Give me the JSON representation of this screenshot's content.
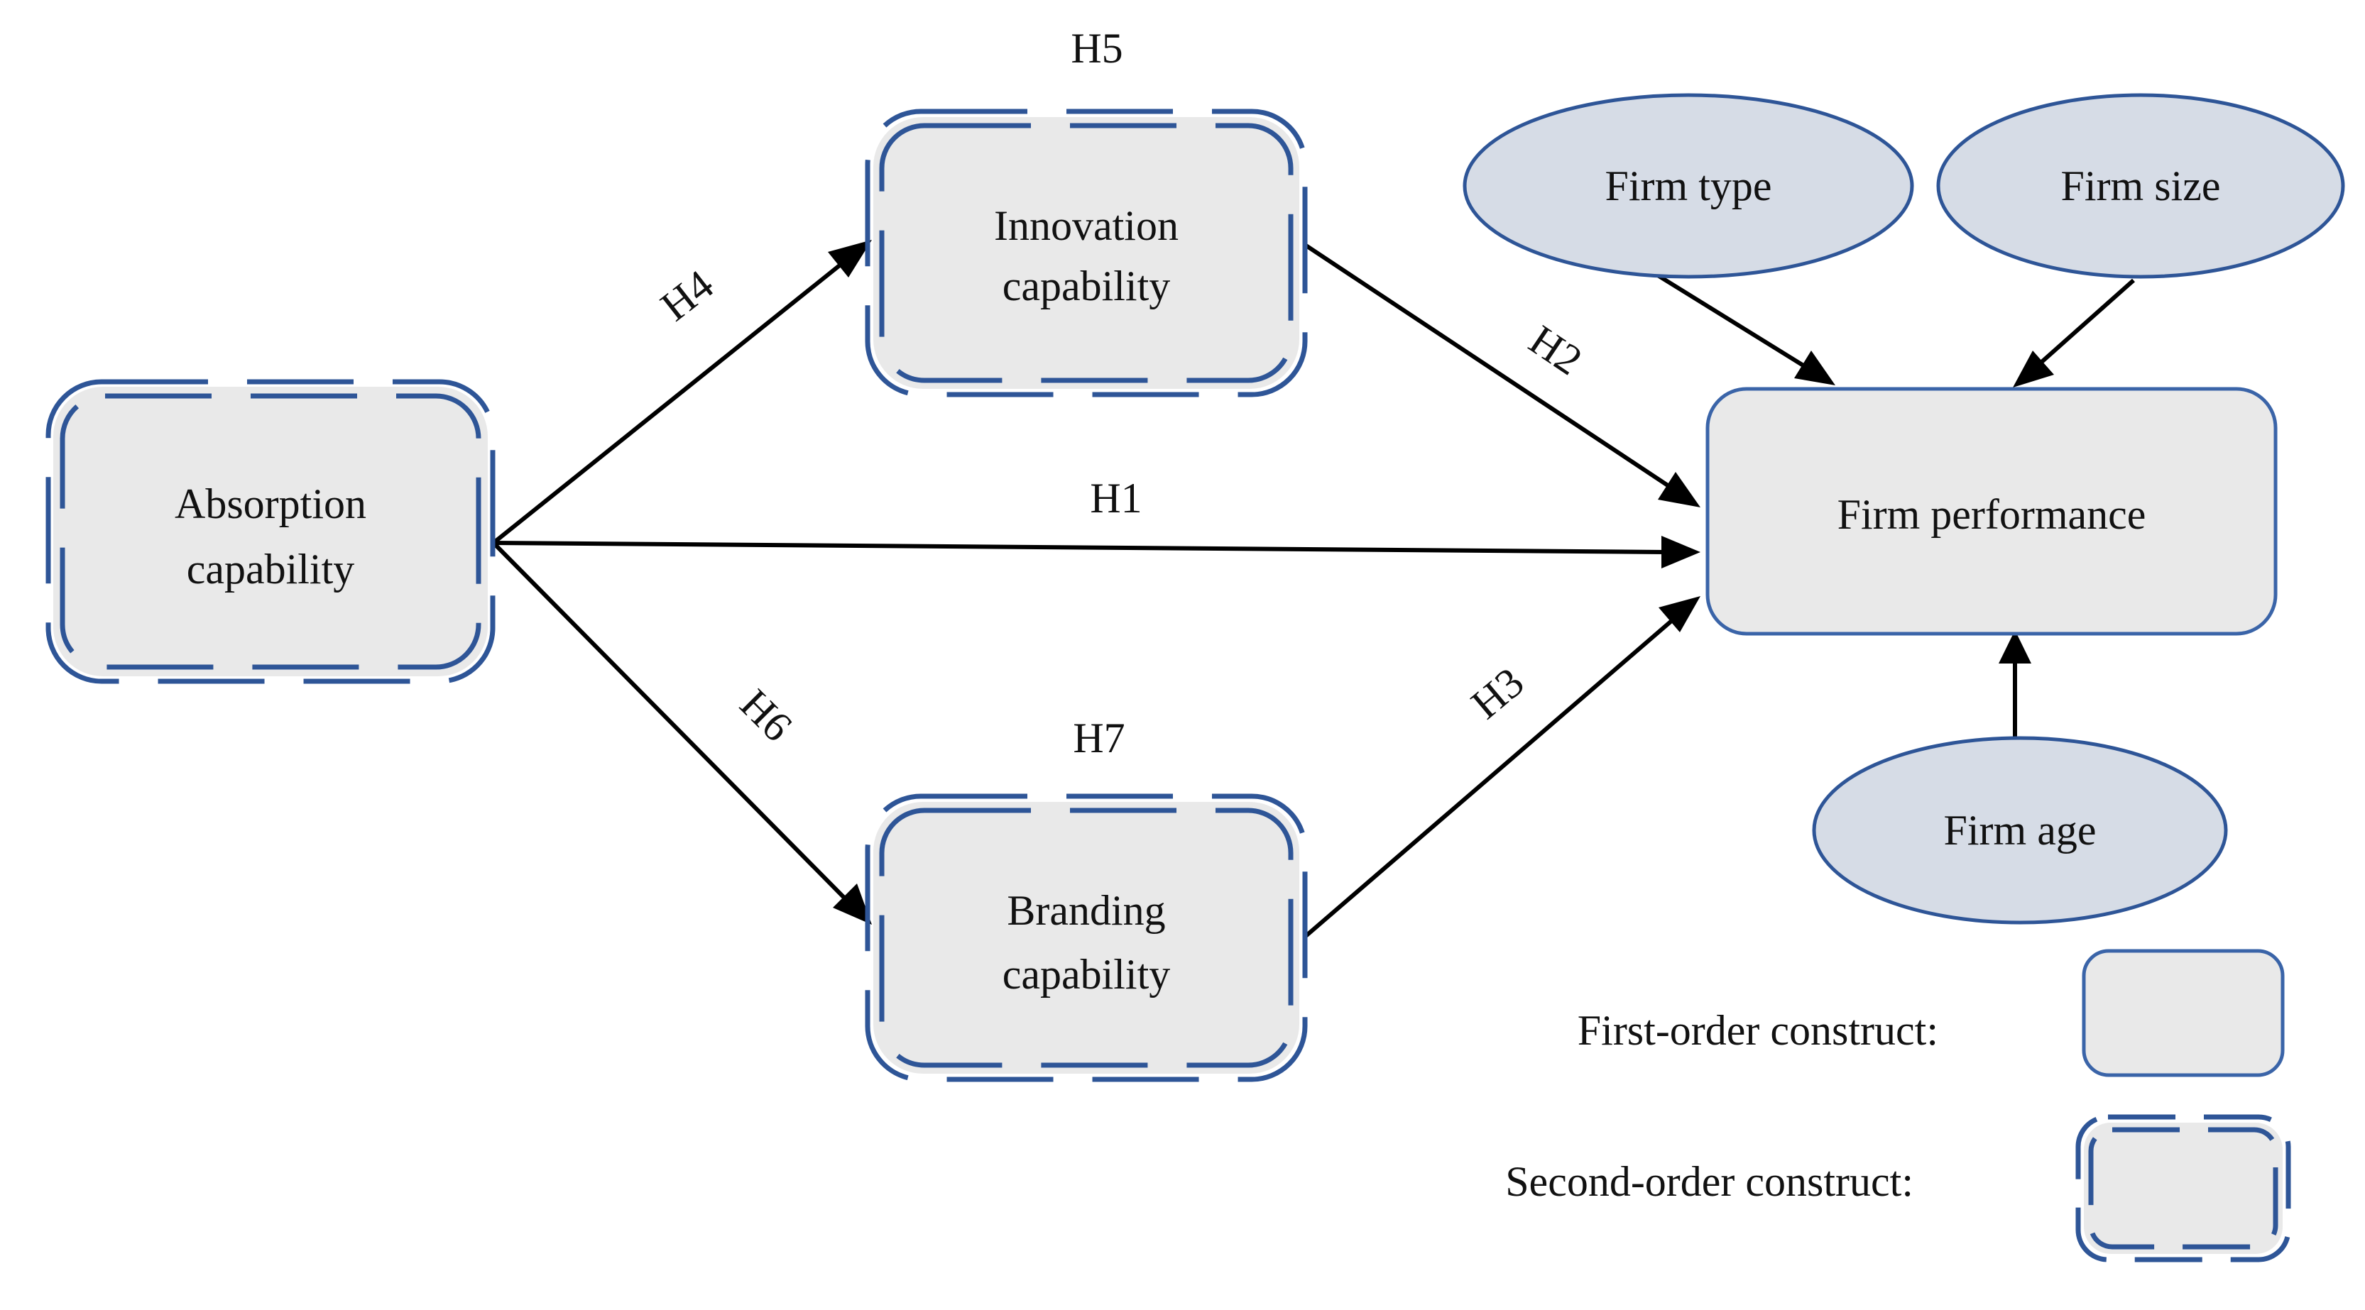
{
  "nodes": {
    "absorption": {
      "line1": "Absorption",
      "line2": "capability",
      "kind": "second-order"
    },
    "innovation": {
      "line1": "Innovation",
      "line2": "capability",
      "kind": "second-order"
    },
    "branding": {
      "line1": "Branding",
      "line2": "capability",
      "kind": "second-order"
    },
    "performance": {
      "label": "Firm performance",
      "kind": "first-order"
    },
    "firm_type": {
      "label": "Firm type",
      "kind": "control"
    },
    "firm_size": {
      "label": "Firm size",
      "kind": "control"
    },
    "firm_age": {
      "label": "Firm age",
      "kind": "control"
    }
  },
  "hypotheses": {
    "h1": "H1",
    "h2": "H2",
    "h3": "H3",
    "h4": "H4",
    "h5": "H5",
    "h6": "H6",
    "h7": "H7"
  },
  "edges": [
    {
      "from": "Absorption capability",
      "to": "Innovation capability",
      "label": "H4"
    },
    {
      "from": "Absorption capability",
      "to": "Firm performance",
      "label": "H1"
    },
    {
      "from": "Absorption capability",
      "to": "Branding capability",
      "label": "H6"
    },
    {
      "from": "Innovation capability",
      "to": "Firm performance",
      "label": "H2"
    },
    {
      "from": "Branding capability",
      "to": "Firm performance",
      "label": "H3"
    },
    {
      "from": "Firm type",
      "to": "Firm performance",
      "label": ""
    },
    {
      "from": "Firm size",
      "to": "Firm performance",
      "label": ""
    },
    {
      "from": "Firm age",
      "to": "Firm performance",
      "label": ""
    }
  ],
  "legend": {
    "first_order": "First-order construct:",
    "second_order": "Second-order construct:"
  },
  "colors": {
    "outline_blue": "#2e5597",
    "box_fill": "#e9e9e9",
    "ellipse_fill": "#d6dce6",
    "arrow": "#000000"
  }
}
